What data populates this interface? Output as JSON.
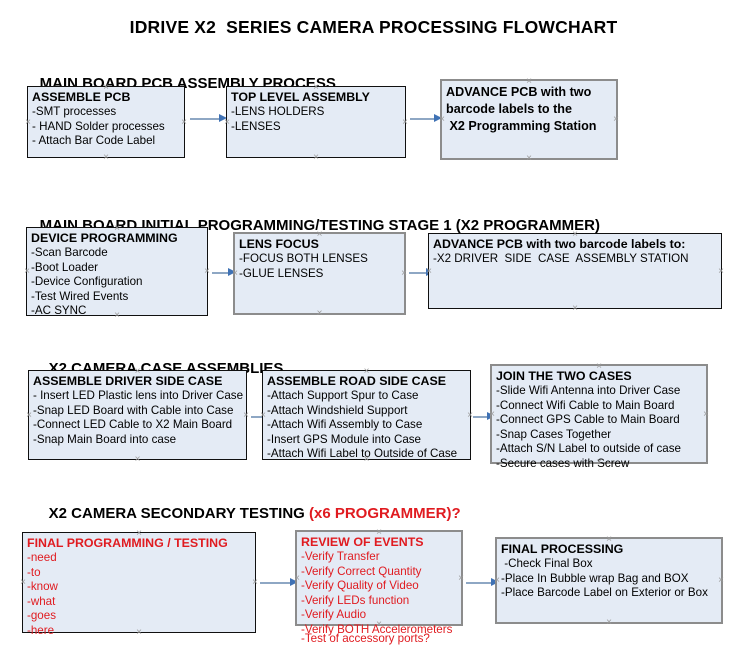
{
  "title": "IDRIVE X2  SERIES CAMERA PROCESSING FLOWCHART",
  "sections": [
    {
      "heading": "MAIN BOARD PCB ASSEMBLY PROCESS",
      "heading_accent": "",
      "nodes": [
        {
          "title": "ASSEMBLE PCB",
          "lines": [
            "-SMT processes",
            "- HAND Solder processes",
            "- Attach Bar Code Label"
          ]
        },
        {
          "title": "TOP LEVEL ASSEMBLY",
          "lines": [
            "-LENS HOLDERS",
            "-LENSES"
          ]
        },
        {
          "title": "ADVANCE PCB with two\nbarcode labels to the\n X2 Programming Station",
          "lines": []
        }
      ]
    },
    {
      "heading": "MAIN BOARD INITIAL PROGRAMMING/TESTING STAGE 1 (X2 PROGRAMMER)",
      "heading_accent": "",
      "nodes": [
        {
          "title": "DEVICE PROGRAMMING",
          "lines": [
            "-Scan Barcode",
            "-Boot Loader",
            "-Device Configuration",
            "-Test Wired Events",
            "-AC SYNC"
          ]
        },
        {
          "title": "LENS FOCUS",
          "lines": [
            "-FOCUS BOTH LENSES",
            "-GLUE LENSES"
          ]
        },
        {
          "title": "ADVANCE PCB with two barcode labels to:",
          "lines": [
            "-X2 DRIVER  SIDE  CASE  ASSEMBLY STATION"
          ]
        }
      ]
    },
    {
      "heading": "X2 CAMERA CASE ASSEMBLIES",
      "heading_accent": "",
      "nodes": [
        {
          "title": "ASSEMBLE DRIVER SIDE CASE",
          "lines": [
            "- Insert LED Plastic lens into Driver Case",
            "-Snap LED Board with Cable into Case",
            "-Connect LED Cable to X2 Main Board",
            "-Snap Main Board into case"
          ]
        },
        {
          "title": "ASSEMBLE ROAD SIDE CASE",
          "lines": [
            "-Attach Support Spur to Case",
            "-Attach Windshield Support",
            "-Attach Wifi Assembly to Case",
            "-Insert GPS Module into Case",
            "-Attach Wifi Label to Outside of Case"
          ]
        },
        {
          "title": "JOIN THE TWO CASES",
          "lines": [
            "-Slide Wifi Antenna into Driver Case",
            "-Connect Wifi Cable to Main Board",
            "-Connect GPS Cable to Main Board",
            "-Snap Cases Together",
            "-Attach S/N Label to outside of case",
            "-Secure cases with Screw"
          ]
        }
      ]
    },
    {
      "heading": "X2 CAMERA SECONDARY TESTING ",
      "heading_accent": "(x6 PROGRAMMER)?",
      "nodes": [
        {
          "title": "FINAL PROGRAMMING / TESTING",
          "lines": [
            "-need",
            "-to",
            "-know",
            "-what",
            "-goes",
            "-here"
          ]
        },
        {
          "title": "REVIEW OF EVENTS",
          "lines": [
            "-Verify Transfer",
            "-Verify Correct Quantity",
            "-Verify Quality of Video",
            "-Verify LEDs function",
            "-Verify Audio",
            "-Verify BOTH Accelerometers"
          ],
          "overflow_line": "-Test of accessory ports?"
        },
        {
          "title": "FINAL PROCESSING",
          "lines": [
            " -Check Final Box",
            "-Place In Bubble wrap Bag and BOX",
            "-Place Barcode Label on Exterior or Box"
          ]
        }
      ]
    }
  ],
  "colors": {
    "box_fill": "#e4ebf5",
    "box_border_dark": "#101010",
    "box_border_gray": "#8c8c8c",
    "arrow_shaft": "#8ea7c4",
    "arrow_head": "#3f72b5",
    "accent_red": "#e01b20",
    "text": "#000000",
    "handle": "#9b9b9b"
  }
}
